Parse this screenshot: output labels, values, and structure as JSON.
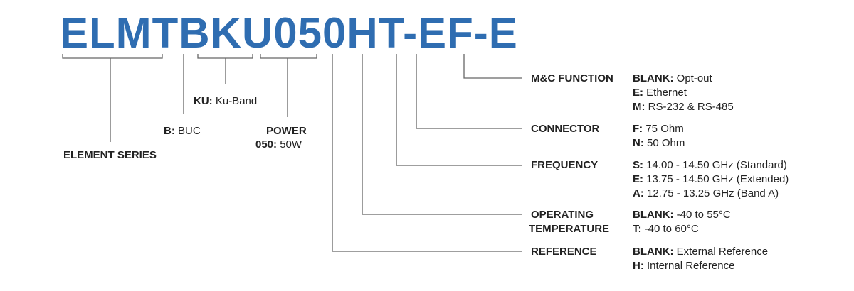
{
  "part_number": "ELMTBKU050HT-EF-E",
  "colors": {
    "part_number": "#2f6db1",
    "lines": "#666666",
    "text": "#222222"
  },
  "left_fields": {
    "series": {
      "label": "ELEMENT SERIES"
    },
    "bu": {
      "code": "B:",
      "desc": "BUC"
    },
    "band": {
      "code": "KU:",
      "desc": "Ku-Band"
    },
    "power": {
      "label": "POWER",
      "code": "050:",
      "desc": "50W"
    }
  },
  "right_fields": [
    {
      "label": "M&C FUNCTION",
      "options": [
        {
          "code": "BLANK:",
          "desc": "Opt-out"
        },
        {
          "code": "E:",
          "desc": "Ethernet"
        },
        {
          "code": "M:",
          "desc": "RS-232 & RS-485"
        }
      ]
    },
    {
      "label": "CONNECTOR",
      "options": [
        {
          "code": "F:",
          "desc": "75 Ohm"
        },
        {
          "code": "N:",
          "desc": "50 Ohm"
        }
      ]
    },
    {
      "label": "FREQUENCY",
      "options": [
        {
          "code": "S:",
          "desc": "14.00 - 14.50 GHz (Standard)"
        },
        {
          "code": "E:",
          "desc": "13.75 - 14.50 GHz (Extended)"
        },
        {
          "code": "A:",
          "desc": "12.75 - 13.25 GHz (Band A)"
        }
      ]
    },
    {
      "label_line1": "OPERATING",
      "label_line2": "TEMPERATURE",
      "options": [
        {
          "code": "BLANK:",
          "desc": "-40 to 55°C"
        },
        {
          "code": "T:",
          "desc": "-40 to 60°C"
        }
      ]
    },
    {
      "label": "REFERENCE",
      "options": [
        {
          "code": "BLANK:",
          "desc": "External Reference"
        },
        {
          "code": "H:",
          "desc": "Internal Reference"
        }
      ]
    }
  ]
}
